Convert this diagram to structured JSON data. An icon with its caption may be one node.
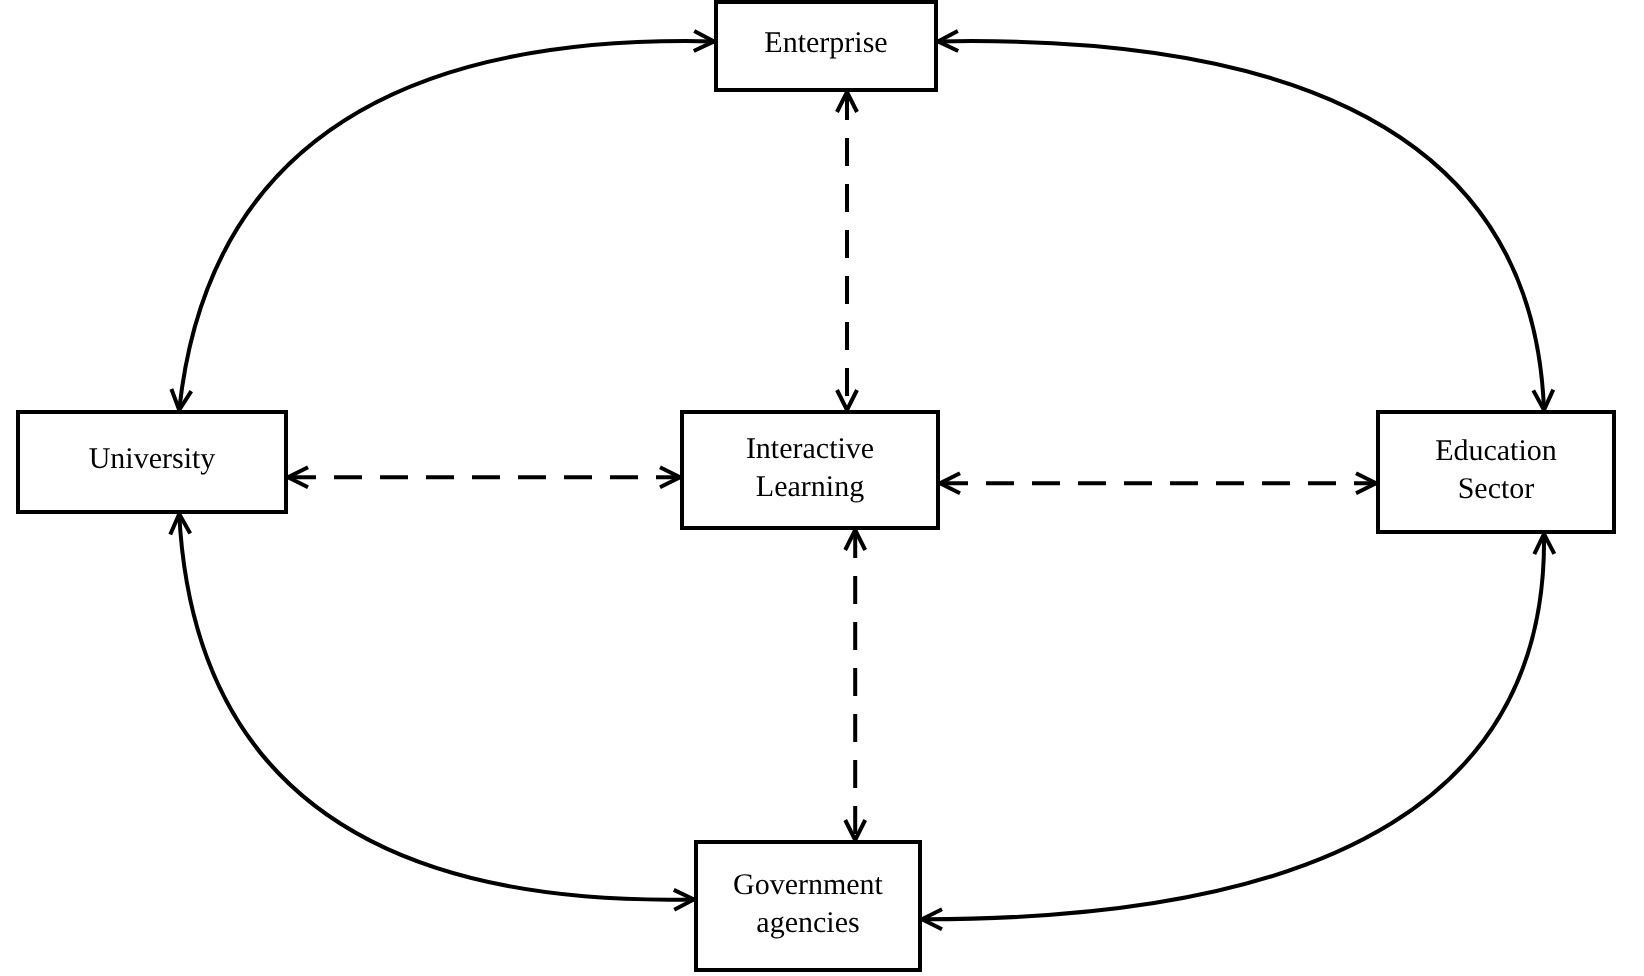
{
  "diagram": {
    "nodes": [
      {
        "text": [
          "Enterprise"
        ]
      },
      {
        "text": [
          "University"
        ]
      },
      {
        "text": [
          "Interactive Learning"
        ]
      },
      {
        "text": [
          "Education Sector"
        ]
      },
      {
        "text": [
          "Government agencies"
        ]
      }
    ],
    "edges": [
      {
        "from": 0,
        "to": 1,
        "arrow": "both"
      },
      {
        "from": 0,
        "to": 3,
        "arrow": "both"
      },
      {
        "from": 1,
        "to": 4,
        "arrow": "both"
      },
      {
        "from": 3,
        "to": 4,
        "arrow": "both"
      },
      {
        "from": 1,
        "to": 2,
        "arrow": "both",
        "style": "dashed"
      },
      {
        "from": 2,
        "to": 3,
        "arrow": "both",
        "style": "dashed"
      },
      {
        "from": 0,
        "to": 2,
        "arrow": "both",
        "style": "dashed"
      },
      {
        "from": 2,
        "to": 4,
        "arrow": "both",
        "style": "dashed"
      }
    ]
  }
}
